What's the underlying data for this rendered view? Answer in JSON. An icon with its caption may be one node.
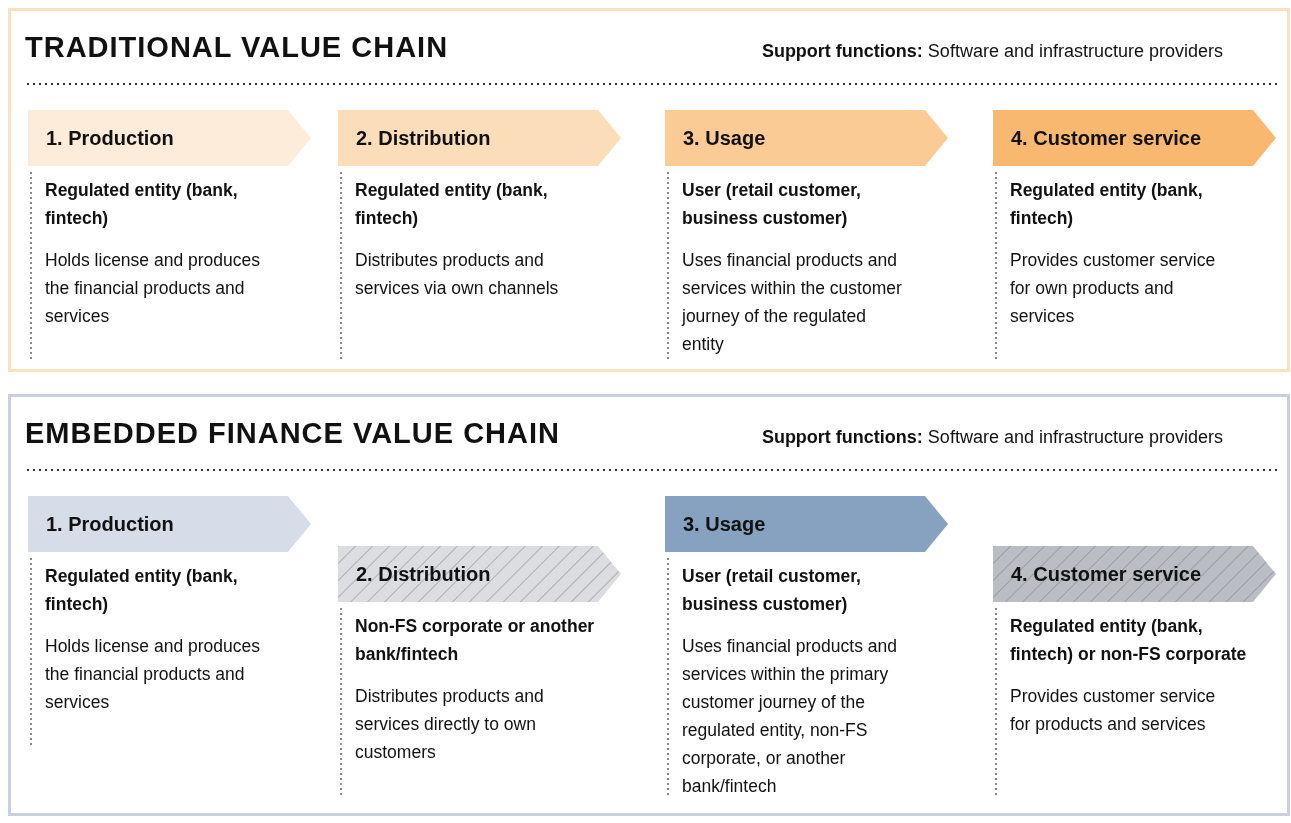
{
  "diagram": {
    "nodes": [
      {
        "text": [
          "TRADITIONAL VALUE CHAIN",
          "**Support functions:** Software and infrastructure providers"
        ]
      },
      {
        "text": [
          "1. Production"
        ],
        "in": 0,
        "beside": [
          "Regulated entity (bank, fintech)",
          "Holds license and produces the financial products and services"
        ]
      },
      {
        "text": [
          "2. Distribution"
        ],
        "in": 0,
        "beside": [
          "Regulated entity (bank, fintech)",
          "Distributes products and services via own channels"
        ]
      },
      {
        "text": [
          "3. Usage"
        ],
        "in": 0,
        "beside": [
          "User (retail customer, business customer)",
          "Uses financial products and services within the customer journey of the regulated entity"
        ]
      },
      {
        "text": [
          "4. Customer service"
        ],
        "in": 0,
        "beside": [
          "Regulated entity (bank, fintech)",
          "Provides customer service for own products and services"
        ]
      },
      {
        "text": [
          "EMBEDDED FINANCE VALUE CHAIN",
          "**Support functions:** Software and infrastructure providers"
        ]
      },
      {
        "text": [
          "1. Production"
        ],
        "in": 5,
        "beside": [
          "Regulated entity (bank, fintech)",
          "Holds license and produces the financial products and services"
        ]
      },
      {
        "text": [
          "2. Distribution"
        ],
        "in": 5,
        "beside": [
          "Non-FS corporate or another bank/fintech",
          "Distributes products and services directly to own customers"
        ]
      },
      {
        "text": [
          "3. Usage"
        ],
        "in": 5,
        "beside": [
          "User (retail customer, business customer)",
          "Uses financial products and services within the primary customer journey of the regulated entity, non-FS corporate, or another bank/fintech"
        ]
      },
      {
        "text": [
          "4. Customer service"
        ],
        "in": 5,
        "beside": [
          "Regulated entity (bank, fintech) or non-FS corporate",
          "Provides customer service for products and services"
        ]
      }
    ]
  }
}
